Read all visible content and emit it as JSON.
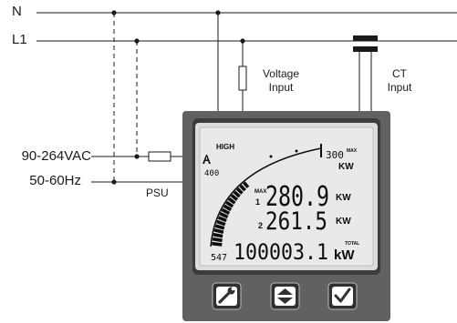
{
  "lines": {
    "neutral": "N",
    "live": "L1"
  },
  "inputs": {
    "voltage": [
      "Voltage",
      "Input"
    ],
    "ct": [
      "CT",
      "Input"
    ]
  },
  "supply": {
    "voltage": "90-264VAC",
    "frequency": "50-60Hz",
    "psu_label": "PSU"
  },
  "meter": {
    "high_label": "HIGH",
    "scale_low": "400",
    "scale_max": "300",
    "max_tag": "MAX",
    "max_unit": "KW",
    "row1_tag": "MAX",
    "row1_index": "1",
    "row1_value": "280.9",
    "row1_unit": "KW",
    "row2_index": "2",
    "row2_value": "261.5",
    "row2_unit": "KW",
    "total_small": "547",
    "total_value": "100003.1",
    "total_tag": "TOTAL",
    "total_unit": "kW"
  },
  "buttons": [
    {
      "icon": "wrench-icon"
    },
    {
      "icon": "up-down-arrow-icon"
    },
    {
      "icon": "checkmark-icon"
    }
  ],
  "colors": {
    "panel": "#5f6062",
    "bezel": "#3a3b3d",
    "lcd": "#e4e4e4",
    "wire": "#1a1a1a"
  }
}
